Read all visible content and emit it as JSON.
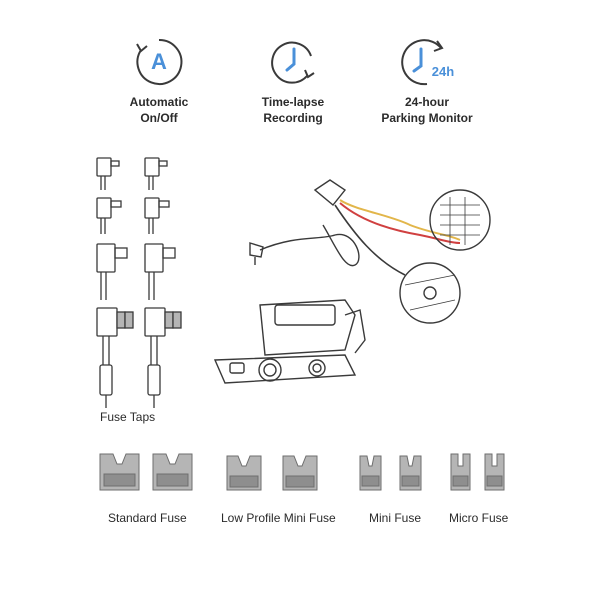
{
  "features": [
    {
      "icon": "auto-onoff-icon",
      "line1": "Automatic",
      "line2": "On/Off"
    },
    {
      "icon": "time-lapse-icon",
      "line1": "Time-lapse",
      "line2": "Recording"
    },
    {
      "icon": "parking-monitor-24h-icon",
      "line1": "24-hour",
      "line2": "Parking Monitor",
      "badge": "24h"
    }
  ],
  "auto_letter": "A",
  "fuse_taps_label": "Fuse Taps",
  "fuse_types": [
    "Standard Fuse",
    "Low Profile Mini Fuse",
    "Mini Fuse",
    "Micro Fuse"
  ],
  "colors": {
    "accent": "#4a90d9",
    "line": "#3a3a3a",
    "fuse_fill": "#b5b5b5",
    "fuse_dark": "#8e8e8e"
  }
}
